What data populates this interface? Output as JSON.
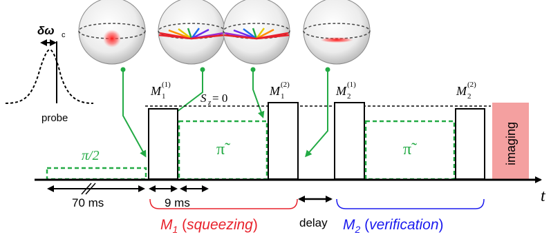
{
  "labels": {
    "detuning": "δω",
    "detuning_sub": "c",
    "probe": "probe",
    "m1_1": "M",
    "m1_1_sub": "1",
    "m1_1_sup": "(1)",
    "m1_2": "M",
    "m1_2_sub": "1",
    "m1_2_sup": "(2)",
    "m2_1": "M",
    "m2_1_sub": "2",
    "m2_1_sup": "(1)",
    "m2_2": "M",
    "m2_2_sub": "2",
    "m2_2_sup": "(2)",
    "sz_condition": "S",
    "sz_sub": "z",
    "sz_rhs": " = 0",
    "pulse_half": "π/2",
    "pulse_tilde_1": "π̃",
    "pulse_tilde_2": "π̃",
    "imaging": "imaging",
    "time_axis": "t",
    "dur_70": "70 ms",
    "dur_9": "9 ms",
    "delay": "delay",
    "m1_group_main": "M",
    "m1_group_sub": "1",
    "m1_group_desc": "squeezing",
    "m2_group_main": "M",
    "m2_group_sub": "2",
    "m2_group_desc": "verification"
  },
  "colors": {
    "green": "#22aa44",
    "red": "#e8202a",
    "blue": "#1a1aee",
    "imaging_fill": "#f4a0a0",
    "black": "#000000"
  }
}
